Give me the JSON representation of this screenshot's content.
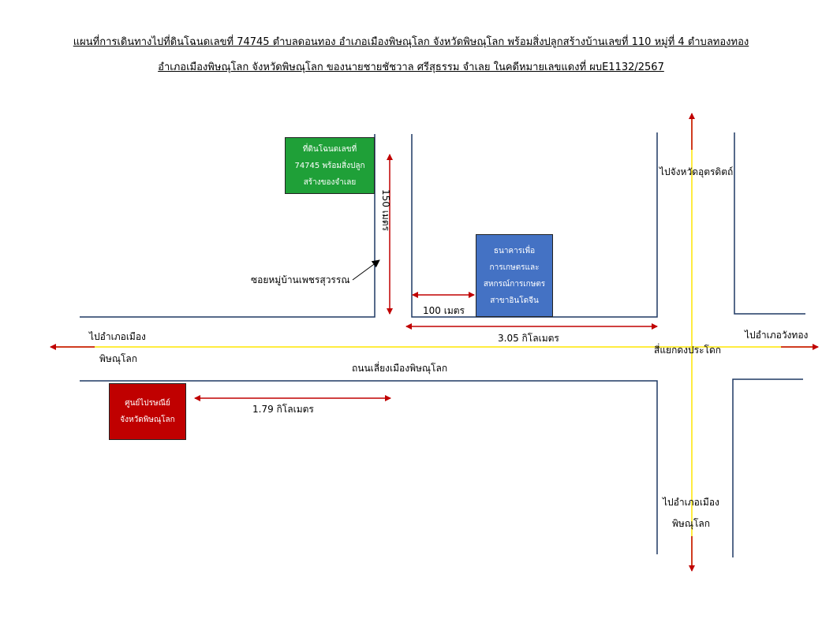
{
  "title": {
    "line1": "แผนที่การเดินทางไปที่ดินโฉนดเลขที่ 74745 ตำบลดอนทอง อำเภอเมืองพิษณุโลก จังหวัดพิษณุโลก พร้อมสิ่งปลูกสร้างบ้านเลขที่ 110 หมู่ที่ 4 ตำบลทองทอง",
    "line2": "อำเภอเมืองพิษณุโลก จังหวัดพิษณุโลก ของนายชายชัชวาล ศรีสุธรรม จำเลย ในคดีหมายเลขแดงที่ ผบE1132/2567"
  },
  "boxes": {
    "property": [
      "ที่ดินโฉนดเลขที่",
      "74745 พร้อมสิ่งปลูก",
      "สร้างของจำเลย"
    ],
    "bank": [
      "ธนาคารเพื่อ",
      "การเกษตรและ",
      "สหกรณ์การเกษตร",
      "สาขาอินโดจีน"
    ],
    "post_office": [
      "ศูนย์ไปรษณีย์",
      "จังหวัดพิษณุโลก"
    ]
  },
  "labels": {
    "soi": "ซอยหมู่บ้านเพชรสุวรรณ",
    "dist_150": "150 เมตร",
    "dist_100": "100 เมตร",
    "dist_305": "3.05  กิโลเมตร",
    "dist_179": "1.79  กิโลเมตร",
    "to_mueang_left_1": "ไปอำเภอเมือง",
    "to_mueang_left_2": "พิษณุโลก",
    "to_wangthong": "ไปอำเภอวังทอง",
    "to_uttaradit": "ไปจังหวัดอุตรดิตถ์",
    "intersection": "สี่แยกดงประโดก",
    "bypass_road": "ถนนเลี่ยงเมืองพิษณุโลก",
    "to_mueang_south_1": "ไปอำเภอเมือง",
    "to_mueang_south_2": "พิษณุโลก"
  },
  "colors": {
    "road_line": "#1f3864",
    "route_line": "#ffe600",
    "arrow": "#c00000",
    "property_box": "#1fa038",
    "bank_box": "#4472c4",
    "post_box": "#c00000"
  }
}
